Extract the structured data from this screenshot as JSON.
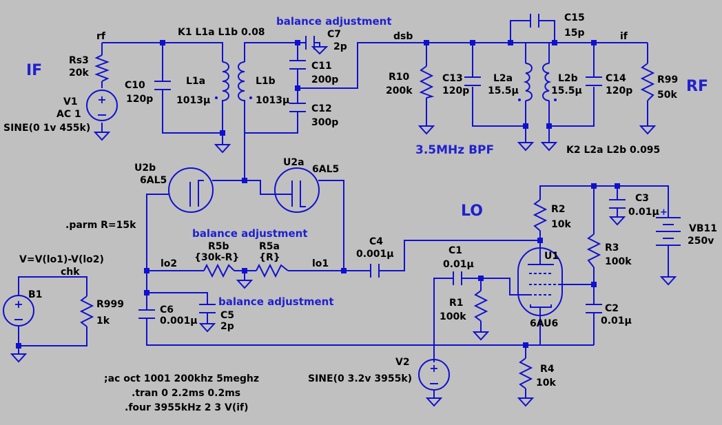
{
  "labels": {
    "if_big": "IF",
    "rf_big": "RF",
    "lo_big": "LO",
    "bpf": "3.5MHz BPF",
    "bal1": "balance adjustment",
    "bal2": "balance adjustment",
    "bal3": "balance adjustment",
    "net_rf": "rf",
    "net_dsb": "dsb",
    "net_if": "if",
    "net_lo1": "lo1",
    "net_lo2": "lo2",
    "chk": "chk",
    "b1_expr": "V=V(lo1)-V(lo2)",
    "parm": ".parm R=15k",
    "k1": "K1 L1a L1b 0.08",
    "k2": "K2 L2a L2b 0.095",
    "ac": ";ac oct 1001 200khz 5meghz",
    "tran": ".tran 0 2.2ms 0.2ms",
    "four": ".four 3955kHz 2 3 V(if)"
  },
  "components": {
    "rs3": {
      "name": "Rs3",
      "value": "20k"
    },
    "v1": {
      "name": "V1",
      "value": "AC 1",
      "extra": "SINE(0 1v 455k)"
    },
    "c10": {
      "name": "C10",
      "value": "120p"
    },
    "l1a": {
      "name": "L1a",
      "value": "1013µ"
    },
    "l1b": {
      "name": "L1b",
      "value": "1013µ"
    },
    "c7": {
      "name": "C7",
      "value": "2p"
    },
    "c11": {
      "name": "C11",
      "value": "200p"
    },
    "c12": {
      "name": "C12",
      "value": "300p"
    },
    "r10": {
      "name": "R10",
      "value": "200k"
    },
    "c13": {
      "name": "C13",
      "value": "120p"
    },
    "l2a": {
      "name": "L2a",
      "value": "15.5µ"
    },
    "c15": {
      "name": "C15",
      "value": "15p"
    },
    "l2b": {
      "name": "L2b",
      "value": "15.5µ"
    },
    "c14": {
      "name": "C14",
      "value": "120p"
    },
    "r99": {
      "name": "R99",
      "value": "50k"
    },
    "u2b": {
      "name": "U2b",
      "value": "6AL5"
    },
    "u2a": {
      "name": "U2a",
      "value": "6AL5"
    },
    "r5b": {
      "name": "R5b",
      "value": "{30k-R}"
    },
    "r5a": {
      "name": "R5a",
      "value": "{R}"
    },
    "c4": {
      "name": "C4",
      "value": "0.001µ"
    },
    "c6": {
      "name": "C6",
      "value": "0.001µ"
    },
    "c5": {
      "name": "C5",
      "value": "2p"
    },
    "b1": {
      "name": "B1"
    },
    "r999": {
      "name": "R999",
      "value": "1k"
    },
    "c1": {
      "name": "C1",
      "value": "0.01µ"
    },
    "r1": {
      "name": "R1",
      "value": "100k"
    },
    "r2": {
      "name": "R2",
      "value": "10k"
    },
    "u1": {
      "name": "U1",
      "value": "6AU6"
    },
    "r3": {
      "name": "R3",
      "value": "100k"
    },
    "c2": {
      "name": "C2",
      "value": "0.01µ"
    },
    "r4": {
      "name": "R4",
      "value": "10k"
    },
    "v2": {
      "name": "V2",
      "value": "SINE(0 3.2v 3955k)"
    },
    "c3": {
      "name": "C3",
      "value": "0.01µ"
    },
    "vb11": {
      "name": "VB11",
      "value": "250v"
    }
  },
  "colors": {
    "background": "#c0c0c0",
    "wire": "#1010d0",
    "text": "#000000",
    "accent": "#2020d0"
  }
}
